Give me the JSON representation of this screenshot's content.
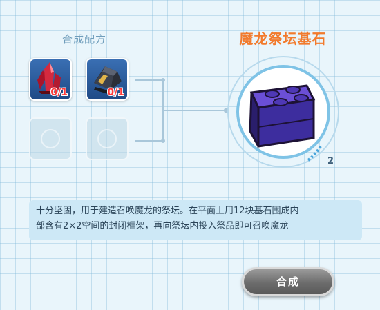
{
  "recipe": {
    "title": "合成配方",
    "ingredients": [
      {
        "icon": "red-crystal-icon",
        "count": "0/1"
      },
      {
        "icon": "dark-ore-icon",
        "count": "0/1"
      }
    ],
    "empty_slots": 2
  },
  "item": {
    "name": "魔龙祭坛基石",
    "icon": "purple-block-icon",
    "quantity": "2",
    "description_lines": [
      "十分坚固，用于建造召唤魔龙的祭坛。在平面上用12块基石围成内",
      "部含有2×2空间的封闭框架，再向祭坛内投入祭品即可召唤魔龙"
    ]
  },
  "actions": {
    "craft_label": "合成"
  },
  "colors": {
    "title": "#f27a2c",
    "count": "#ff3a3a",
    "button": "#7a7a7a",
    "desc_bg": "#cde8f6"
  }
}
